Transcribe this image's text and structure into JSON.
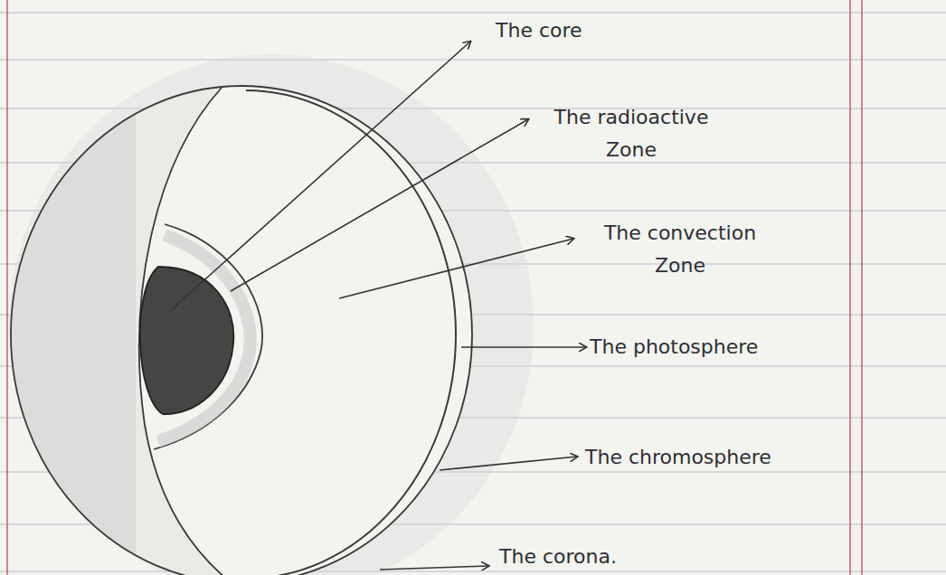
{
  "diagram": {
    "labels": [
      "The core",
      "The radioactive Zone",
      "The convection Zone",
      "The photosphere",
      "The chromosphere",
      "The corona."
    ]
  }
}
